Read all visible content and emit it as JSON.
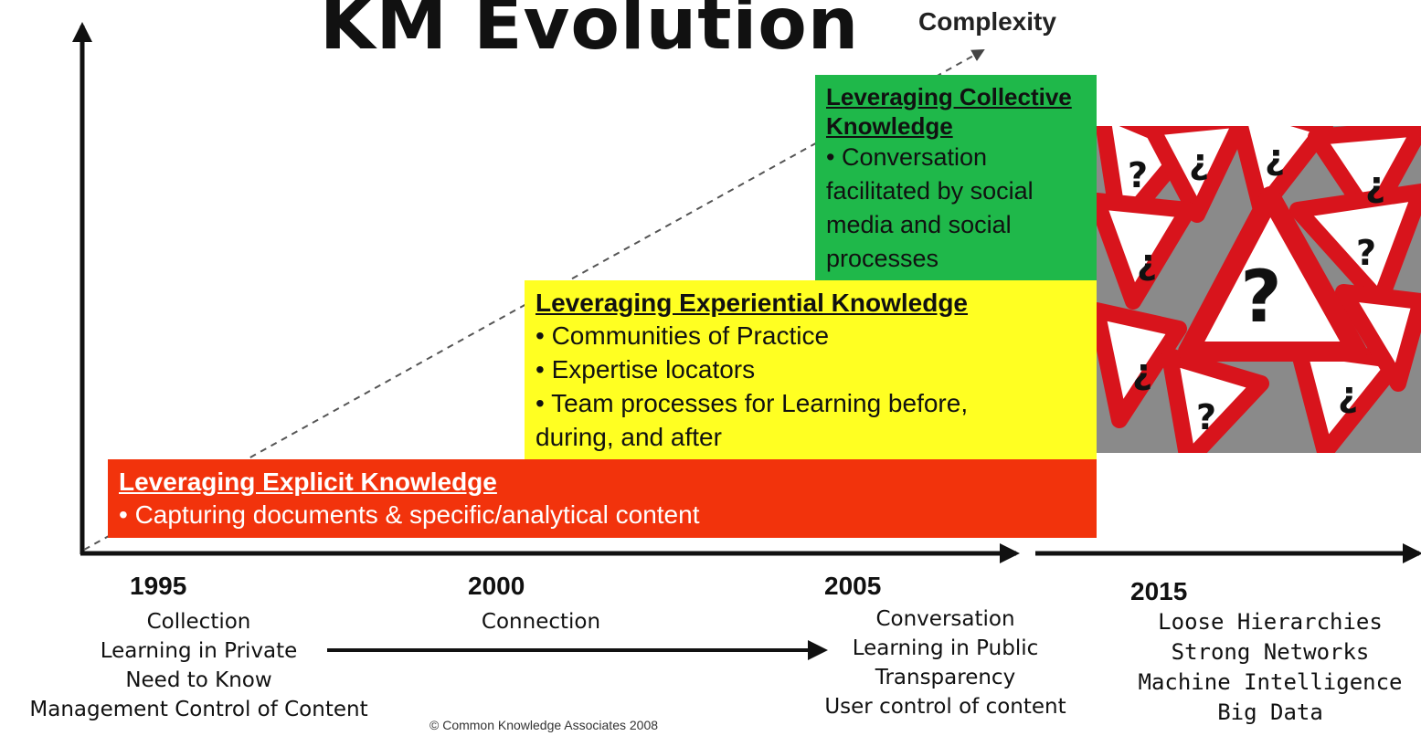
{
  "title": "KM Evolution",
  "axis_label": "Complexity",
  "boxes": {
    "explicit": {
      "heading": "Leveraging Explicit Knowledge",
      "items": [
        "• Capturing documents & specific/analytical content"
      ],
      "color": "#f2330c"
    },
    "experiential": {
      "heading": "Leveraging Experiential Knowledge",
      "items": [
        "• Communities of Practice",
        "• Expertise locators",
        "• Team processes for Learning before,",
        "during, and after"
      ],
      "color": "#ffff22"
    },
    "collective": {
      "heading_lines": [
        "Leveraging Collective",
        "Knowledge"
      ],
      "items": [
        "• Conversation",
        "facilitated by social",
        "media and social",
        "processes"
      ],
      "color": "#1fb84a"
    }
  },
  "timeline": {
    "y1995": {
      "year": "1995",
      "lines": [
        "Collection",
        "Learning in Private",
        "Need to Know",
        "Management Control of Content"
      ]
    },
    "y2000": {
      "year": "2000",
      "lines": [
        "Connection"
      ]
    },
    "y2005": {
      "year": "2005",
      "lines": [
        "Conversation",
        "Learning in Public",
        "Transparency",
        "User control of content"
      ]
    },
    "y2015": {
      "year": "2015",
      "lines": [
        "Loose Hierarchies",
        "Strong Networks",
        "Machine Intelligence",
        "Big Data"
      ]
    }
  },
  "image_icon": "warning-question-signs-icon",
  "copyright": "© Common Knowledge Associates 2008"
}
